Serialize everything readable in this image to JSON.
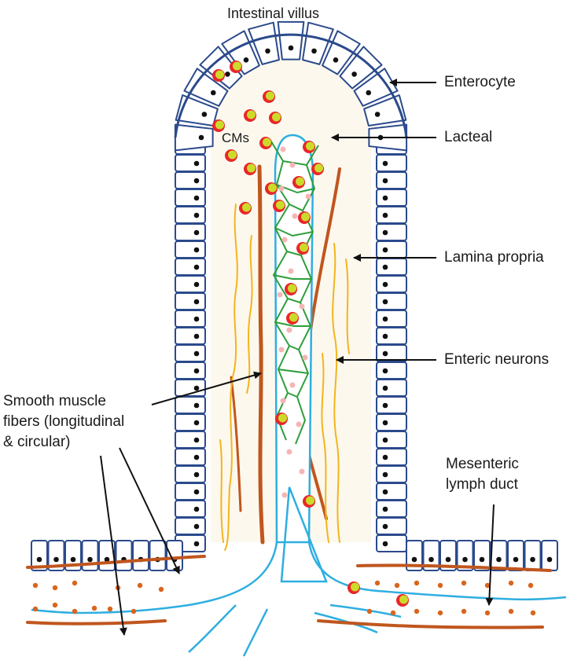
{
  "labels": {
    "title": "Intestinal villus",
    "enterocyte": "Enterocyte",
    "lacteal": "Lacteal",
    "lamina_propria": "Lamina propria",
    "enteric_neurons": "Enteric neurons",
    "smooth_muscle": "Smooth muscle\nfibers (longitudinal\n& circular)",
    "mesenteric": "Mesenteric\nlymph duct",
    "cms": "CMs"
  },
  "colors": {
    "cell_outline": "#2b4a8c",
    "nucleus": "#111111",
    "lacteal_outline": "#2eaee0",
    "capillary_network": "#2e9e3a",
    "smooth_muscle": "#c0561e",
    "neuron": "#f2b51c",
    "chylomicron_outer": "#e8262a",
    "chylomicron_inner": "#cbdb2a",
    "pink_dots": "#f5b5b5"
  },
  "icons": {
    "chylomicron": "chylomicron-icon",
    "arrow": "arrow-icon"
  }
}
